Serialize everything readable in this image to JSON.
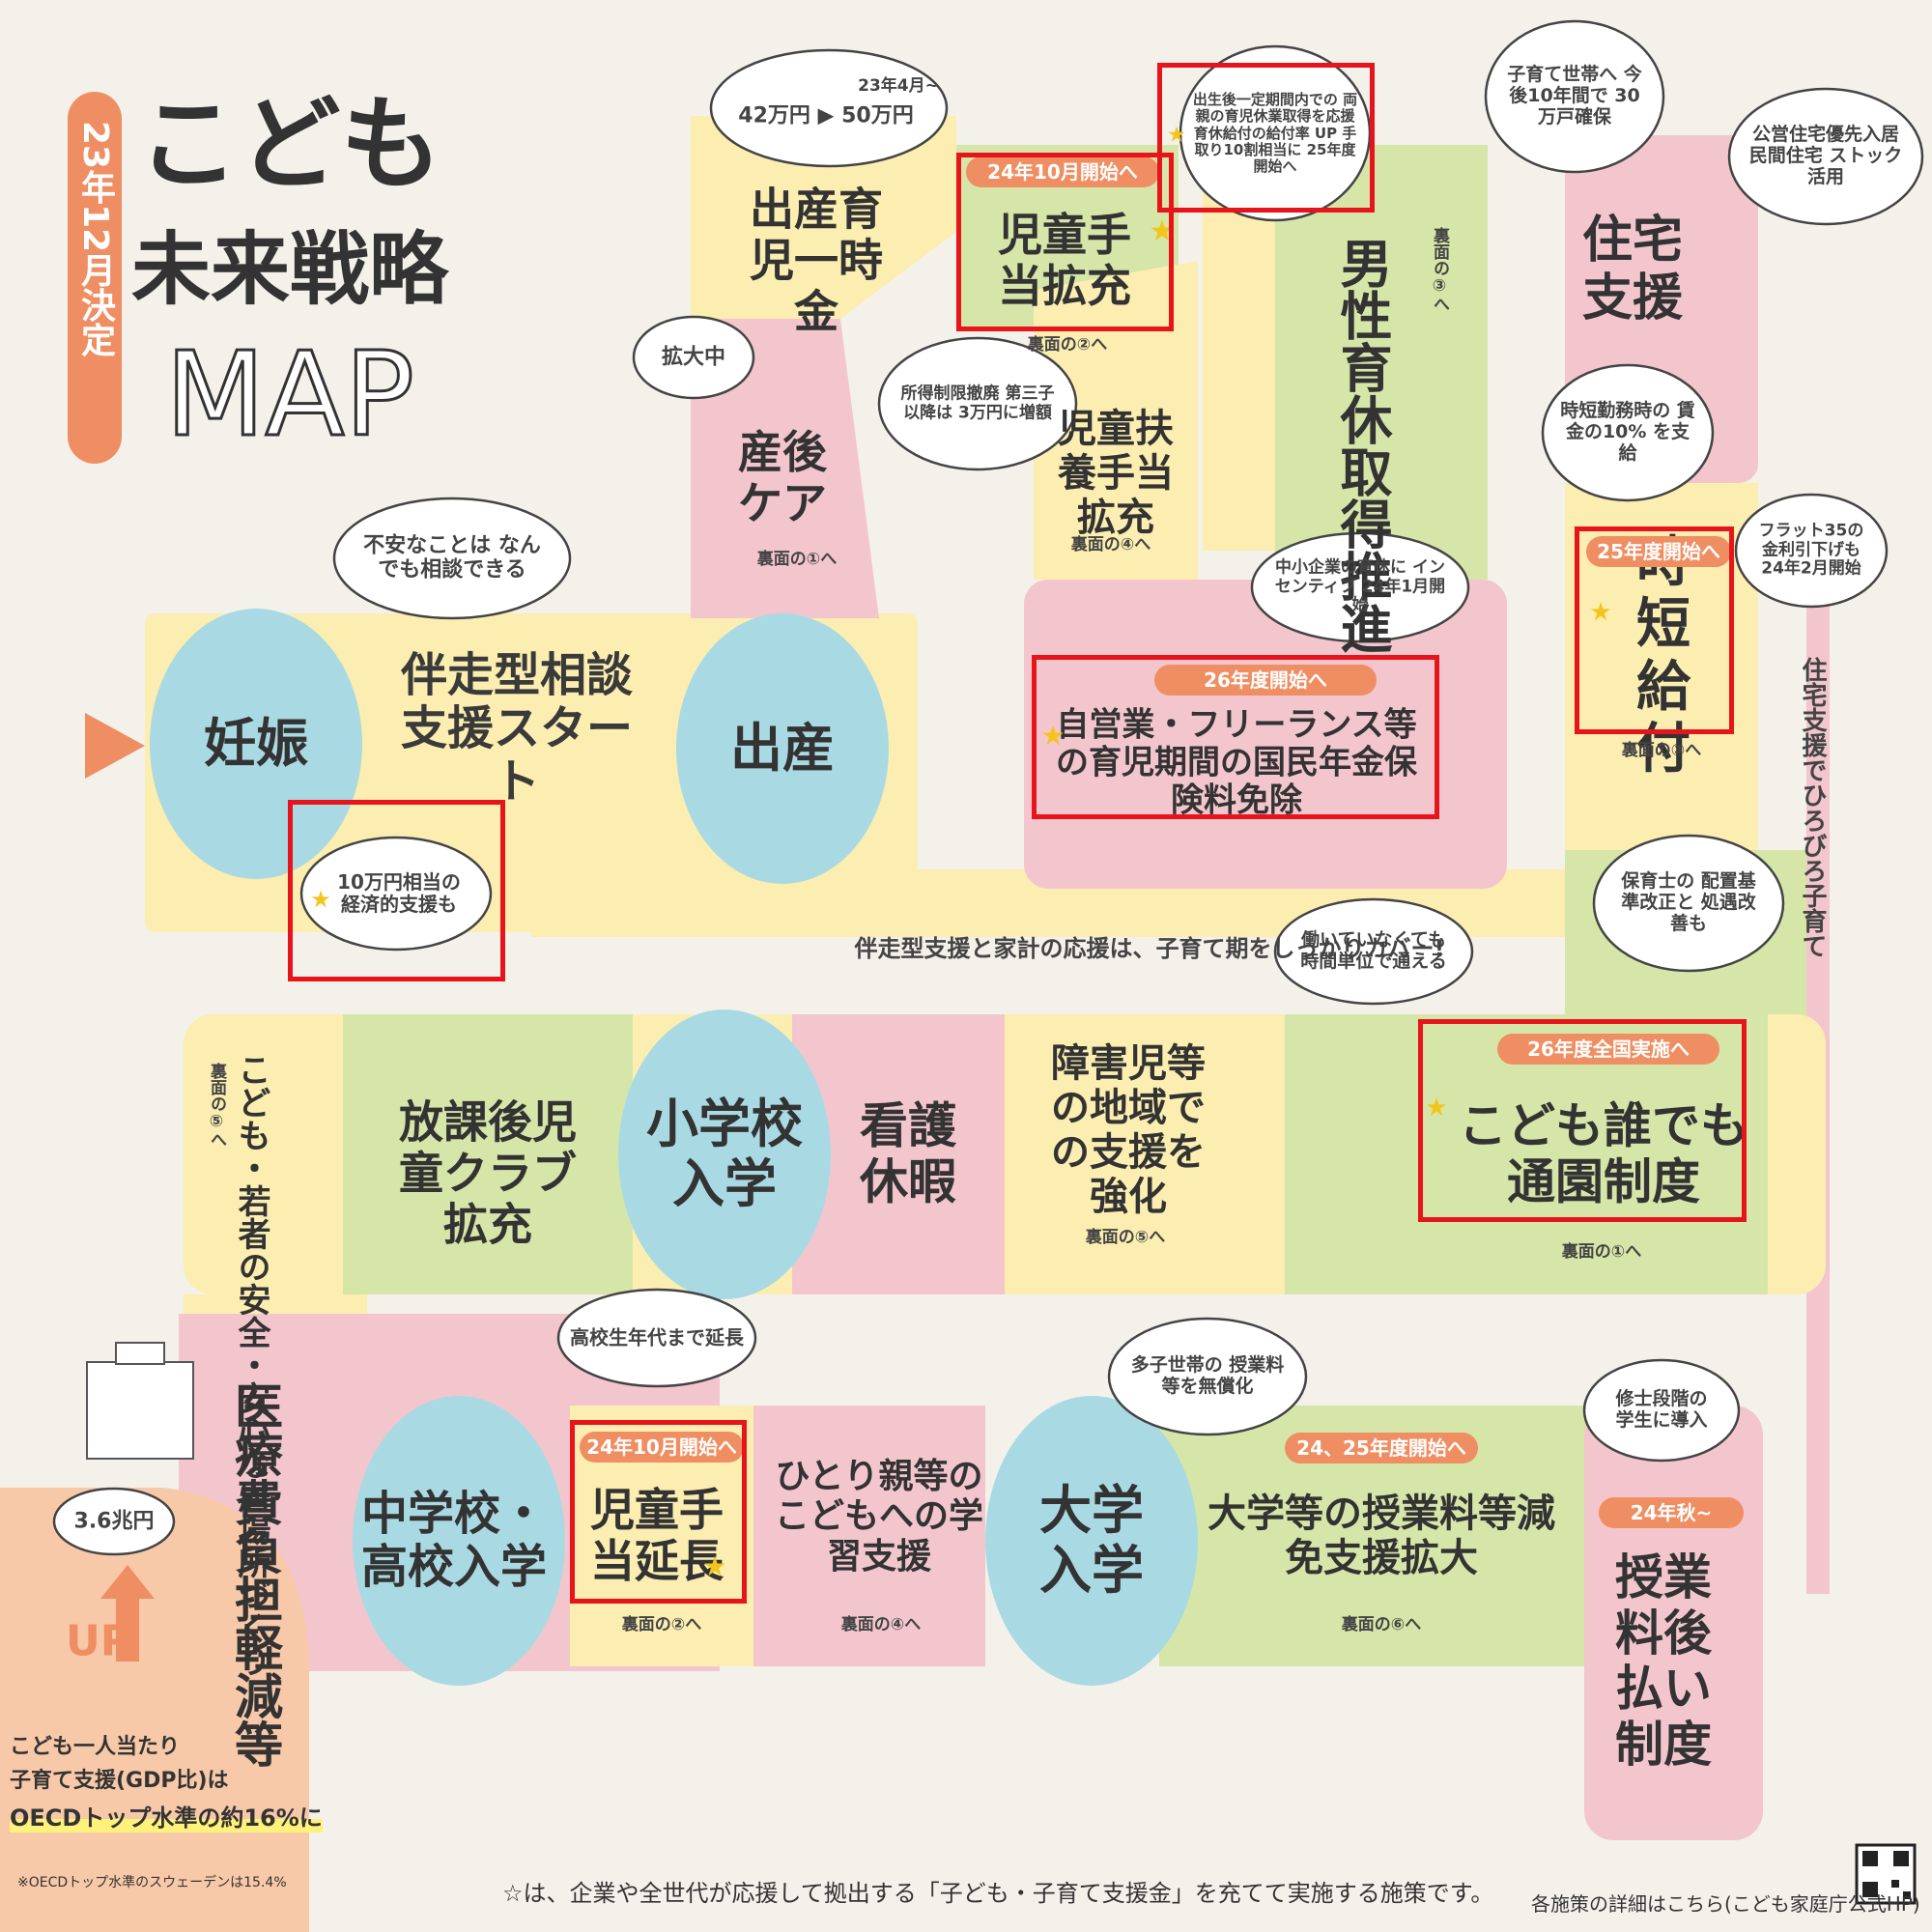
{
  "header": {
    "date_label": "23年12月決定",
    "title_line1": "こども",
    "title_line2": "未来戦略",
    "title_line3": "MAP"
  },
  "stages": {
    "pregnancy": "妊娠",
    "birth": "出産",
    "elementary": "小学校入学",
    "junior_high": "中学校・高校入学",
    "university": "大学入学"
  },
  "blocks": {
    "support_start": "伴走型相談支援スタート",
    "birth_grant": "出産育児一時金",
    "child_allowance": "児童手当拡充",
    "postnatal_care": "産後ケア",
    "single_parent_allowance": "児童扶養手当拡充",
    "paternity_leave": "男性育休取得推進",
    "housing": "住宅支援",
    "shorttime_pay": "時短給付",
    "freelance": "自営業・フリーランス等の育児期間の国民年金保険料免除",
    "daycare": "こども誰でも通園制度",
    "disabled_support": "障害児等の地域での支援を強化",
    "nursing_leave": "看護休暇",
    "afterschool": "放課後児童クラブ拡充",
    "safe_place": "こども・若者の安全・安心な居場所づくり",
    "medical": "医療費負担軽減等",
    "allowance_extend": "児童手当延長",
    "single_parent_study": "ひとり親等のこどもへの学習支援",
    "tuition_support": "大学等の授業料等減免支援拡大",
    "tuition_deferred": "授業料後払い制度"
  },
  "bubbles": {
    "birth_grant_amount": "42万円 ▶ 50万円",
    "birth_grant_date": "23年4月~",
    "expanding": "拡大中",
    "income_limit": "所得制限撤廃 第三子以降は 3万円に増額",
    "consult": "不安なことは なんでも相談できる",
    "support_100k": "10万円相当の 経済的支援も",
    "leave_benefit": "出生後一定期間内での 両親の育児休業取得を応援 育休給付の給付率 UP 手取り10割相当に 25年度開始へ",
    "sme": "中小企業の育休に インセンティブ 24年1月開始",
    "housing_300k": "子育て世帯へ 今後10年間で 30万戸確保",
    "public_housing": "公営住宅優先入居 民間住宅 ストック活用",
    "shorttime_wage": "時短勤務時の 賃金の10% を支給",
    "flat35": "フラット35の 金利引下げも 24年2月開始",
    "nursery_staff": "保育士の 配置基準改正と 処遇改善も",
    "hourly": "働いていなくても 時間単位で通える",
    "highschool": "高校生年代まで延長",
    "multi_child": "多子世帯の 授業料等を無償化",
    "masters": "修士段階の 学生に導入",
    "gdp": "3.6兆円"
  },
  "pills": {
    "allowance_oct": "24年10月開始へ",
    "fy26": "26年度開始へ",
    "fy25": "25年度開始へ",
    "fy26_nation": "26年度全国実施へ",
    "allowance_oct2": "24年10月開始へ",
    "fy2425": "24、25年度開始へ",
    "fall24": "24年秋~"
  },
  "refs": {
    "r1": "裏面の①へ",
    "r2": "裏面の②へ",
    "r3": "裏面の③へ",
    "r4": "裏面の④へ",
    "r5": "裏面の⑤へ",
    "r6": "裏面の⑥へ"
  },
  "notes": {
    "coverage": "伴走型支援と家計の応援は、子育て期をしっかりカバー!",
    "housing_vertical": "住宅支援でひろびろ子育て",
    "oecd1": "こども一人当たり",
    "oecd2": "子育て支援(GDP比)は",
    "oecd3": "OECDトップ水準の約16%に",
    "oecd_note": "※OECDトップ水準のスウェーデンは15.4%",
    "up": "UP",
    "star_note": "☆は、企業や全世代が応援して拠出する「子ども・子育て支援金」を充てて実施する施策です。",
    "details": "各施策の詳細はこちら(こども家庭庁公式HP)"
  },
  "colors": {
    "yellow": "#fbeeb0",
    "pink": "#f3c6cd",
    "green": "#d6e6a8",
    "blue": "#a9dae3",
    "orange": "#ef8e62",
    "red": "#e8141c",
    "bg": "#f4f1ea"
  }
}
